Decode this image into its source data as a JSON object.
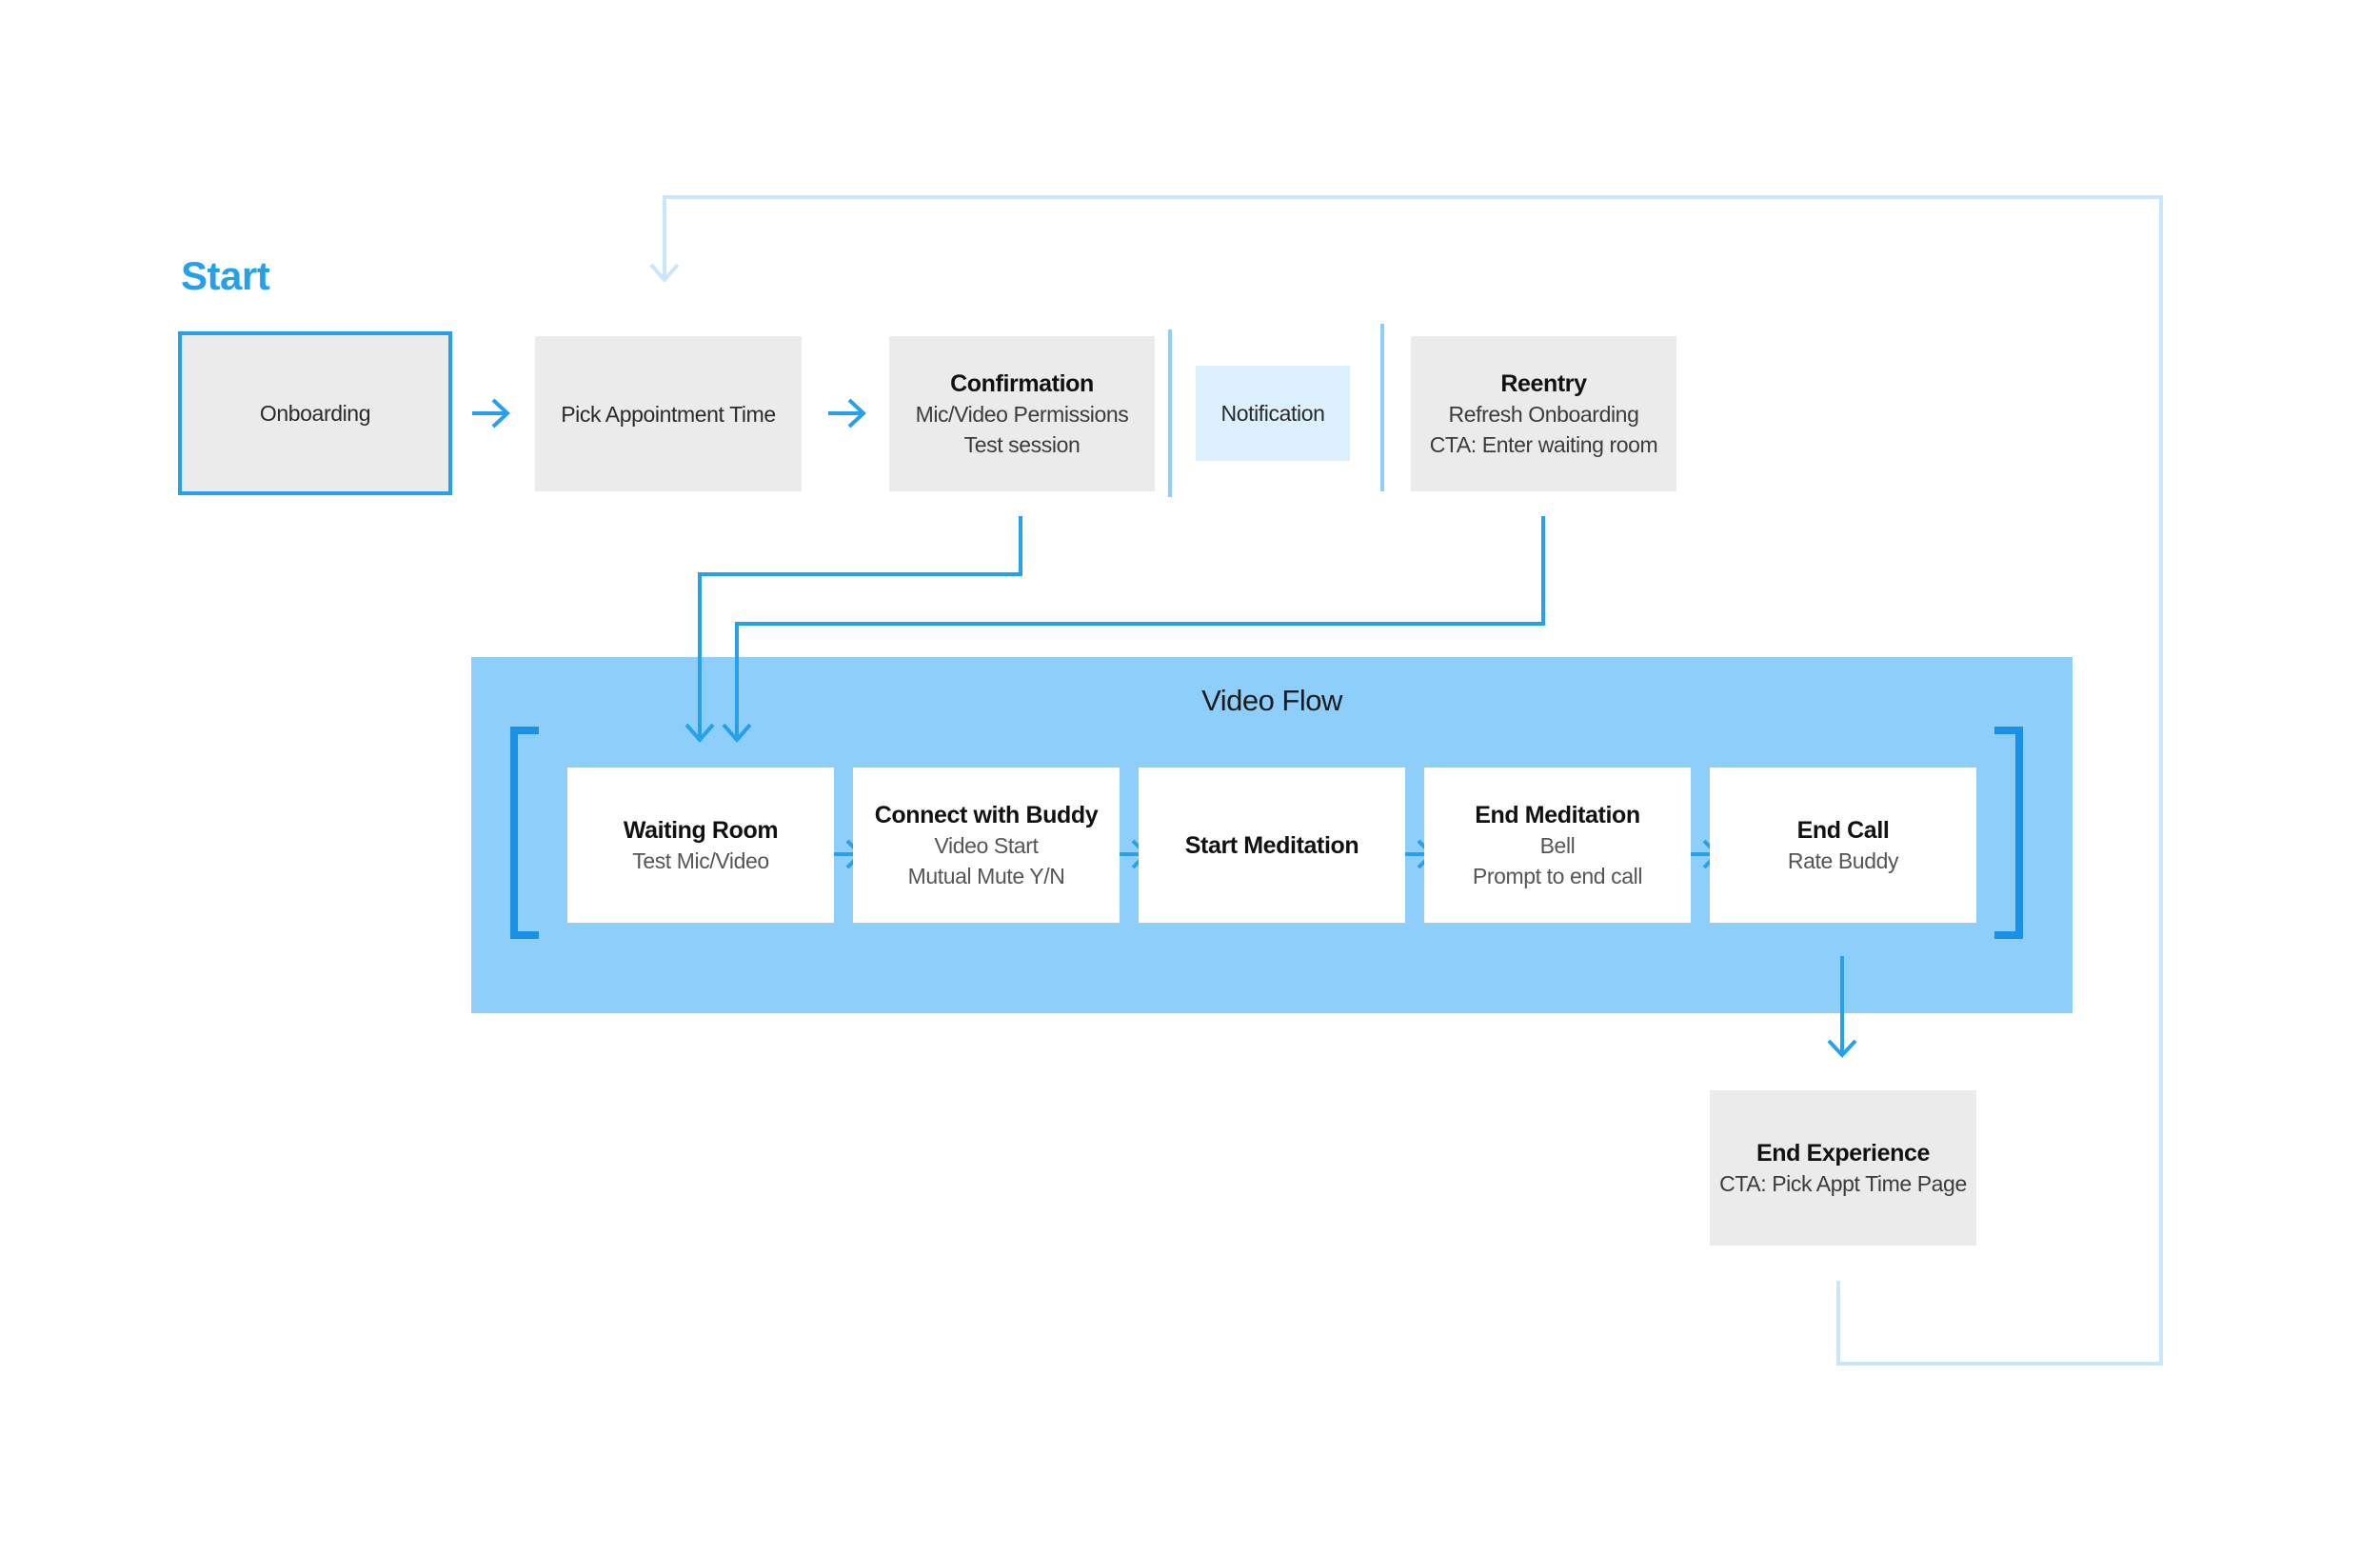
{
  "start_label": "Start",
  "colors": {
    "accent": "#27a0ec",
    "light_connector": "#c9e6fb",
    "video_flow_bg": "#8dcffa",
    "node_grey": "#ebebeb",
    "node_note": "#dcf0fd"
  },
  "top_row": {
    "onboarding": {
      "title": "Onboarding"
    },
    "pick_time": {
      "title": "Pick Appointment Time"
    },
    "confirmation": {
      "title": "Confirmation",
      "line1": "Mic/Video Permissions",
      "line2": "Test session"
    },
    "notification": {
      "title": "Notification"
    },
    "reentry": {
      "title": "Reentry",
      "line1": "Refresh Onboarding",
      "line2": "CTA: Enter waiting room"
    }
  },
  "video_flow": {
    "title": "Video Flow",
    "steps": [
      {
        "title": "Waiting Room",
        "line1": "Test Mic/Video"
      },
      {
        "title": "Connect with Buddy",
        "line1": "Video Start",
        "line2": "Mutual Mute Y/N"
      },
      {
        "title": "Start Meditation"
      },
      {
        "title": "End Meditation",
        "line1": "Bell",
        "line2": "Prompt to end call"
      },
      {
        "title": "End Call",
        "line1": "Rate Buddy"
      }
    ]
  },
  "end_experience": {
    "title": "End Experience",
    "line1": "CTA: Pick Appt Time Page"
  }
}
